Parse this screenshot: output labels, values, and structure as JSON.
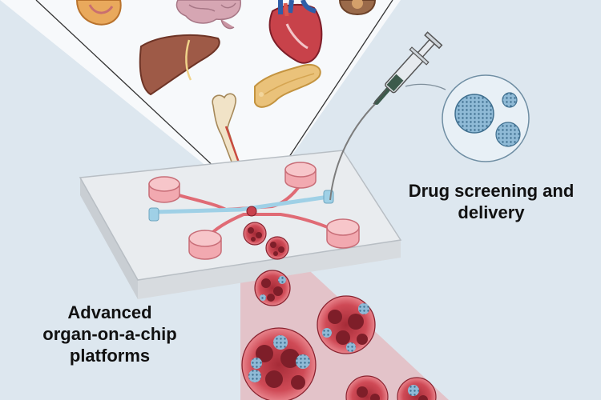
{
  "labels": {
    "drug_line1": "Drug screening and",
    "drug_line2": "delivery",
    "ooc_line1": "Advanced",
    "ooc_line2": "organ-on-a-chip",
    "ooc_line3": "platforms"
  },
  "colors": {
    "background": "#dde7ef",
    "cone_fill": "#f7f9fb",
    "chip_fill": "#e9ecef",
    "well_pink": "#f2a9b0",
    "channel_red": "#e06b75",
    "channel_blue": "#9fd0e6",
    "tumor_red": "#c9414d",
    "tumor_dark": "#7e1e29",
    "nanoparticle_blue": "#7fb0cf",
    "spotlight": "#e7a5aa"
  },
  "icons": [
    "kidney-icon",
    "brain-icon",
    "heart-icon",
    "bladder-icon",
    "liver-icon",
    "pancreas-icon",
    "bone-icon",
    "syringe-icon",
    "nanoparticle-icon",
    "tumor-spheroid-icon",
    "organ-chip-icon"
  ]
}
